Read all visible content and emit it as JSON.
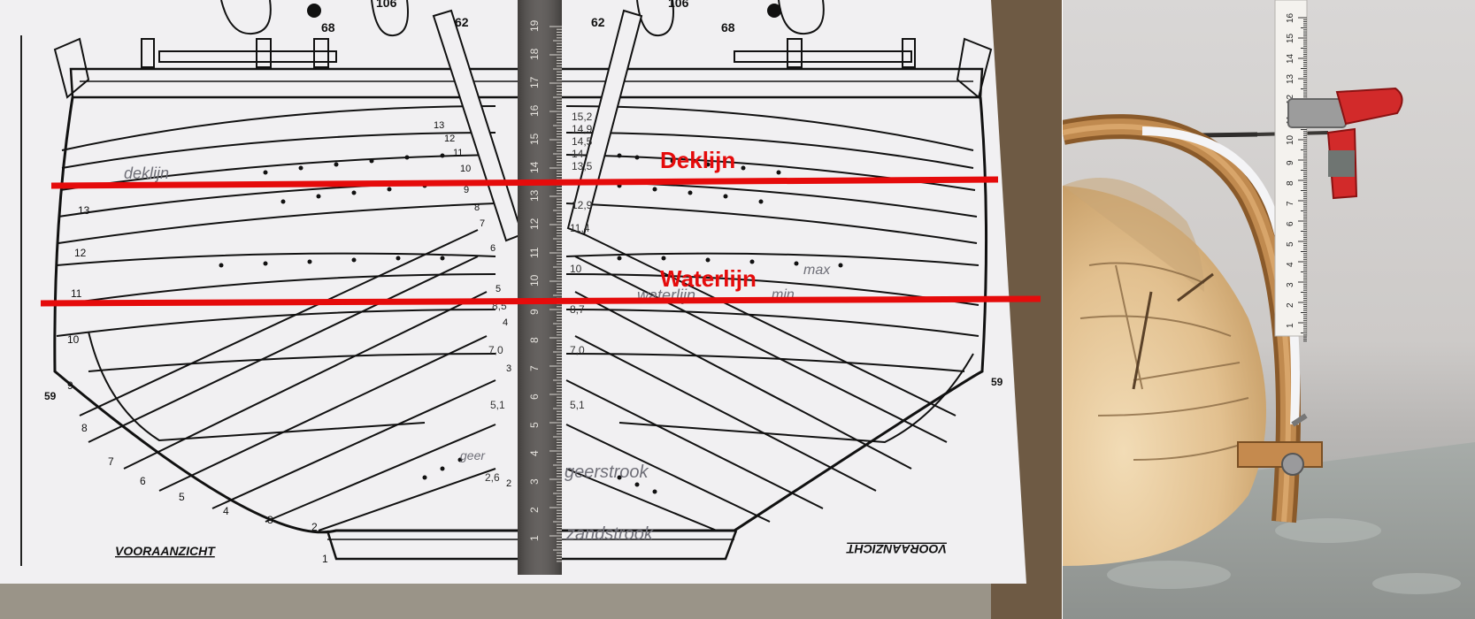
{
  "annotations": {
    "deck_line_label": "Deklijn",
    "water_line_label": "Waterlijn",
    "line_color": "#e50b0b"
  },
  "drawing": {
    "title_left": "VOORAANZICHT",
    "title_right_mirrored": "VOORAANZICHT",
    "handwritten": {
      "deck_note": "deklijn",
      "water_note": "waterlijn",
      "max_note": "max",
      "min_note": "min",
      "sand_strake": "zandstrook",
      "garboard": "geerstrook",
      "garboard_short": "geer"
    },
    "frame_numbers_top": [
      "68",
      "106",
      "62",
      "62",
      "106",
      "68"
    ],
    "plank_numbers_left": [
      "13",
      "12",
      "11",
      "10",
      "9",
      "8",
      "7",
      "6",
      "5",
      "4",
      "3",
      "2",
      "1"
    ],
    "plank_numbers_center": [
      "13",
      "12",
      "11",
      "10",
      "9",
      "8",
      "7",
      "6",
      "5",
      "4",
      "3",
      "2"
    ],
    "measurements_right": [
      "15,2",
      "14,9",
      "14,5",
      "14",
      "13,5",
      "12,9",
      "11,4",
      "10",
      "8,7",
      "7,0",
      "5,1"
    ],
    "measurements_left": [
      "8,5",
      "7,0",
      "5,1",
      "2,6"
    ],
    "frame_marks": [
      "59",
      "59"
    ]
  },
  "ruler": {
    "ticks": [
      "19",
      "18",
      "17",
      "16",
      "15",
      "14",
      "13",
      "12",
      "11",
      "10",
      "9",
      "8",
      "7",
      "6",
      "5",
      "4",
      "3",
      "2",
      "1"
    ]
  },
  "right_ruler": {
    "ticks": [
      "16",
      "15",
      "14",
      "13",
      "12",
      "11",
      "10",
      "9",
      "8",
      "7",
      "6",
      "5",
      "4",
      "3",
      "2",
      "1"
    ]
  }
}
